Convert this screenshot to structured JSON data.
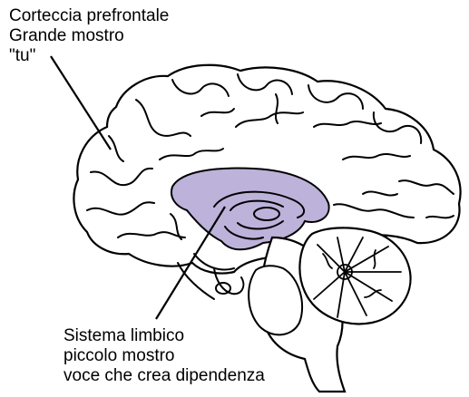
{
  "labels": {
    "prefrontal": {
      "line1": "Corteccia prefrontale",
      "line2": "Grande mostro",
      "line3": "\"tu\""
    },
    "limbic": {
      "line1": "Sistema limbico",
      "line2": "piccolo mostro",
      "line3": "voce che crea dipendenza"
    }
  },
  "colors": {
    "outline": "#000000",
    "brain_fill": "#ffffff",
    "limbic_fill": "#bdb2da",
    "stem_fill": "#ffffff"
  }
}
